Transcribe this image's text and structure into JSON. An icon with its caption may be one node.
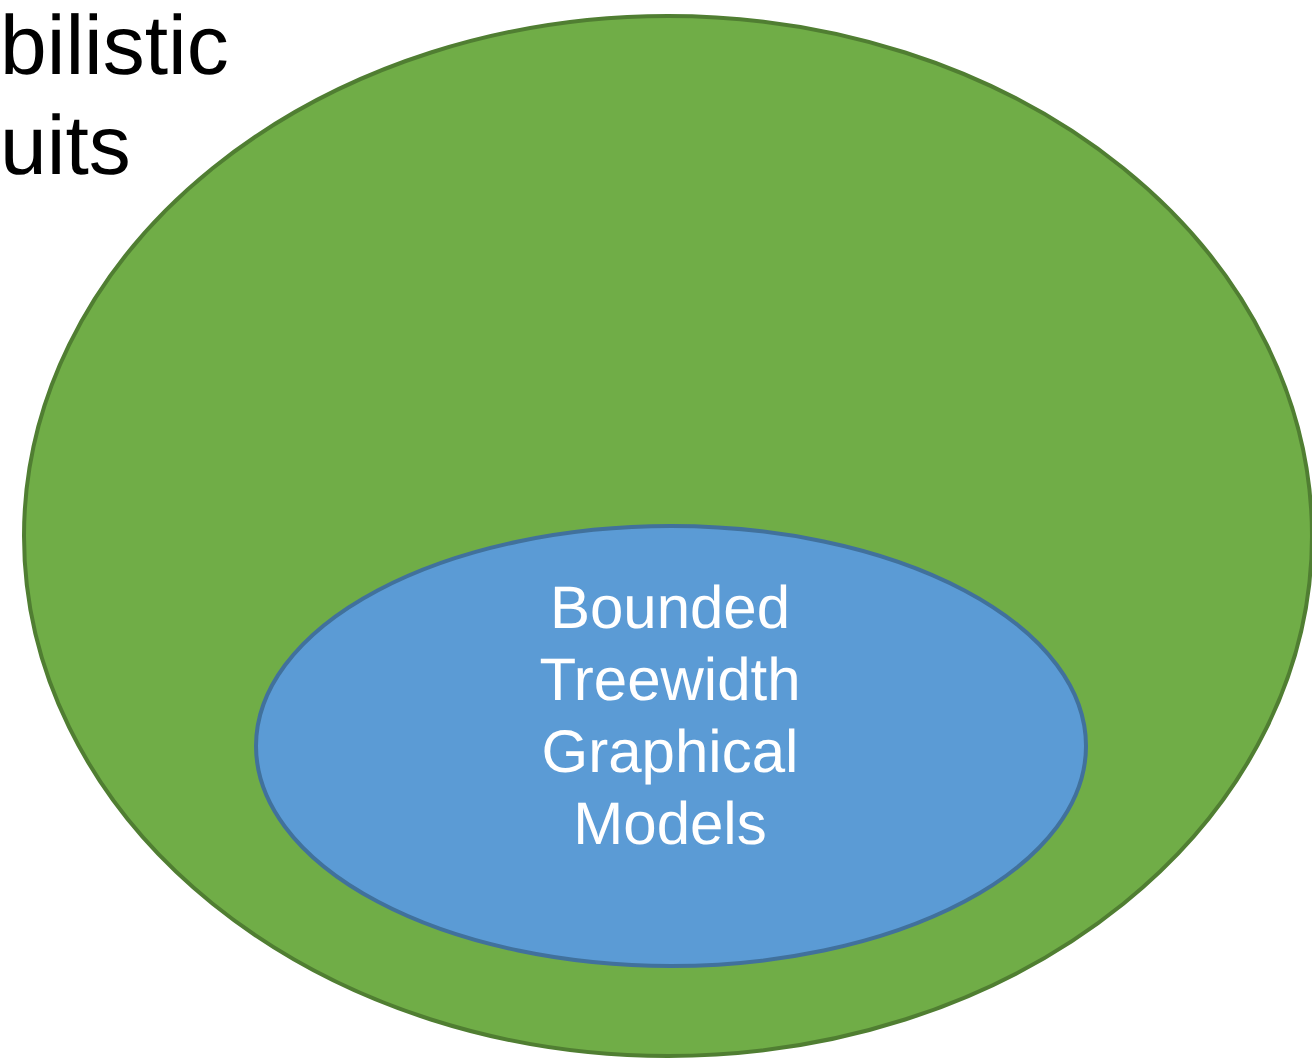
{
  "diagram": {
    "nodes": [
      {
        "text": [
          "bilistic uits"
        ]
      },
      {
        "text": [
          "Bounded Treewidth Graphical Models"
        ],
        "in": 0
      }
    ]
  }
}
